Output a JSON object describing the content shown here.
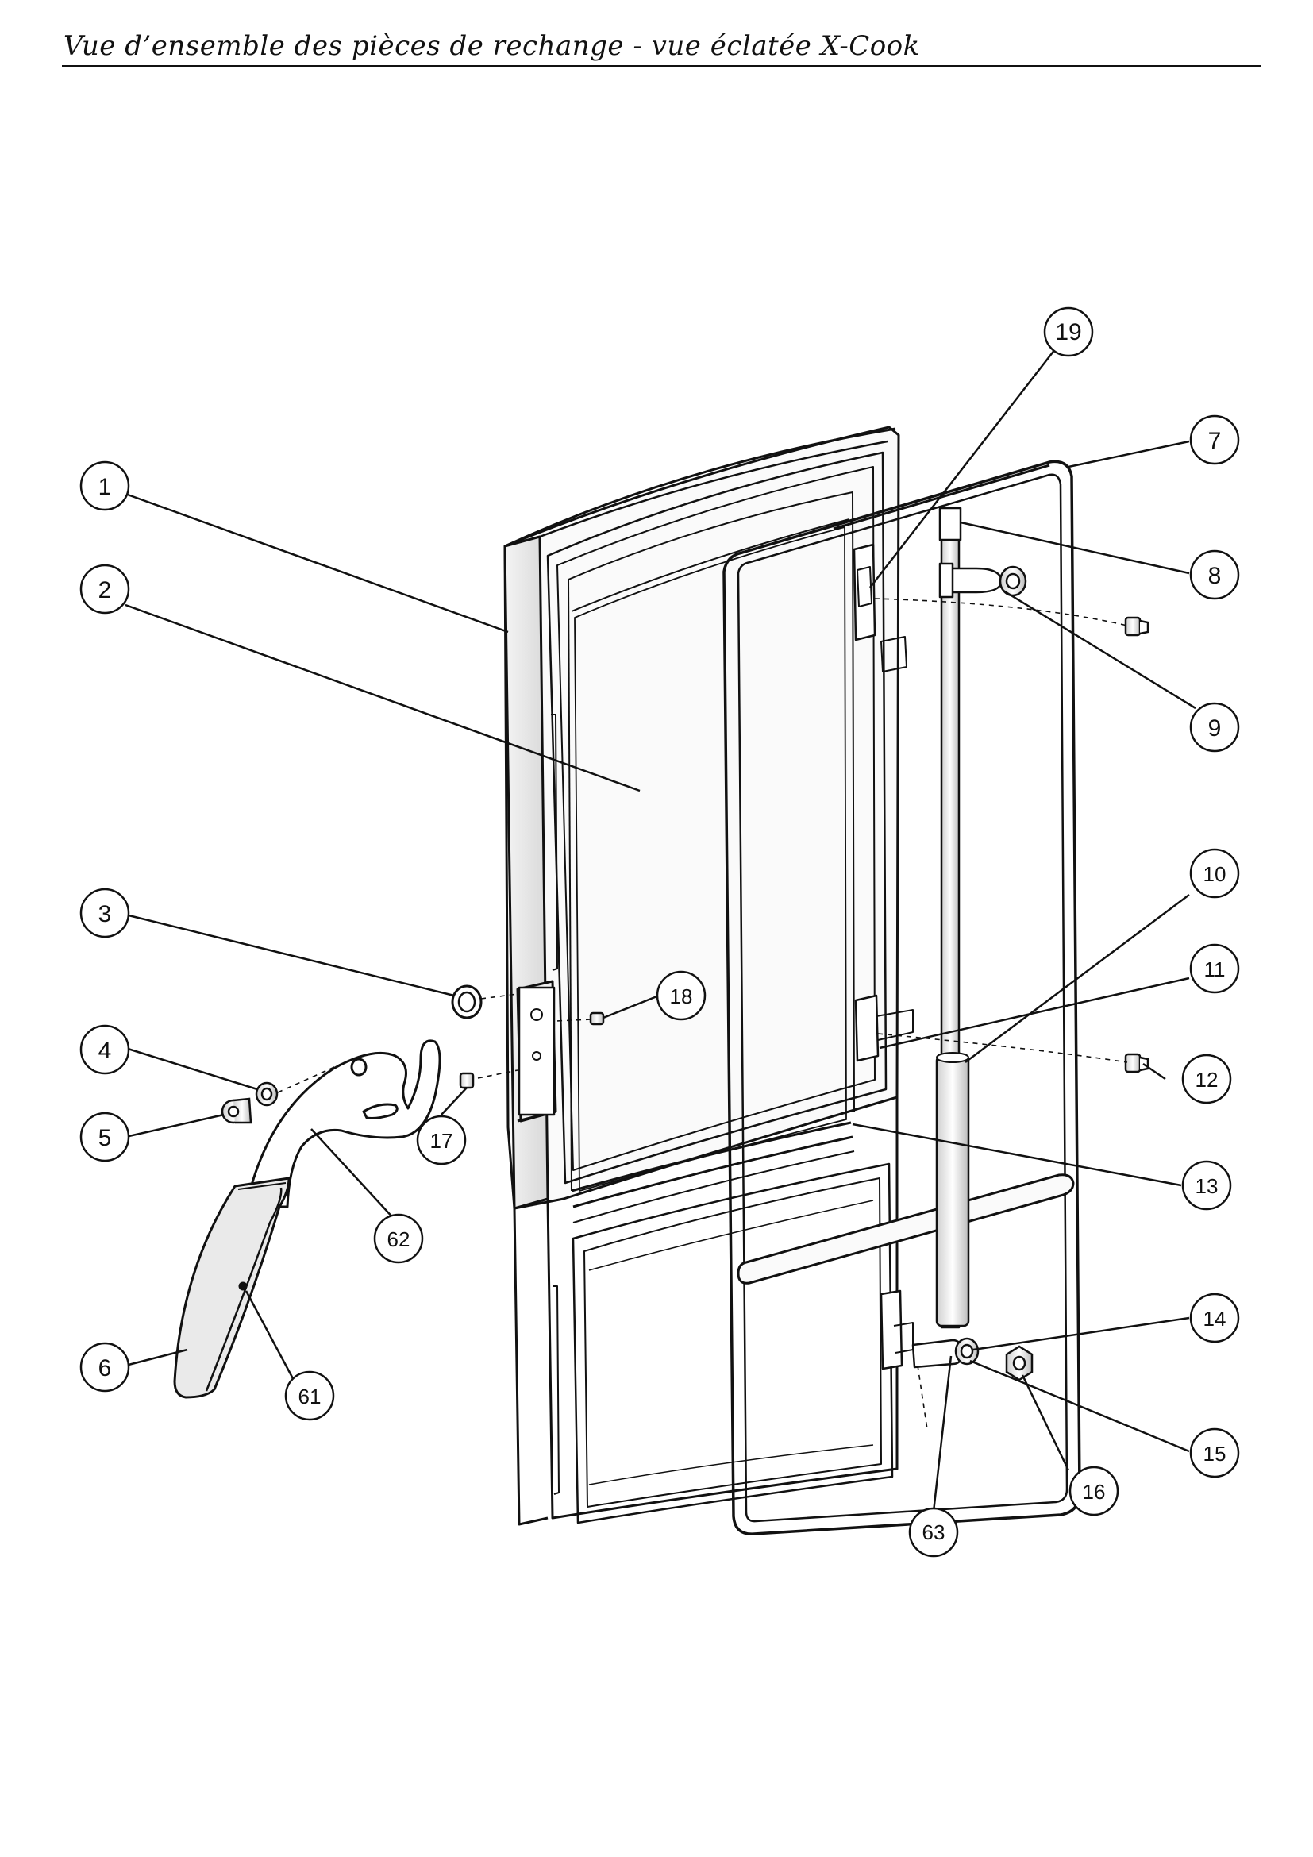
{
  "header": {
    "title": "Vue d’ensemble des pièces de rechange - vue éclatée X-Cook"
  },
  "callouts": [
    {
      "id": "19",
      "label": "19"
    },
    {
      "id": "7",
      "label": "7"
    },
    {
      "id": "1",
      "label": "1"
    },
    {
      "id": "8",
      "label": "8"
    },
    {
      "id": "2",
      "label": "2"
    },
    {
      "id": "9",
      "label": "9"
    },
    {
      "id": "10",
      "label": "10"
    },
    {
      "id": "3",
      "label": "3"
    },
    {
      "id": "18",
      "label": "18"
    },
    {
      "id": "11",
      "label": "11"
    },
    {
      "id": "4",
      "label": "4"
    },
    {
      "id": "12",
      "label": "12"
    },
    {
      "id": "5",
      "label": "5"
    },
    {
      "id": "17",
      "label": "17"
    },
    {
      "id": "13",
      "label": "13"
    },
    {
      "id": "62",
      "label": "62"
    },
    {
      "id": "14",
      "label": "14"
    },
    {
      "id": "6",
      "label": "6"
    },
    {
      "id": "61",
      "label": "61"
    },
    {
      "id": "15",
      "label": "15"
    },
    {
      "id": "16",
      "label": "16"
    },
    {
      "id": "63",
      "label": "63"
    }
  ],
  "colors": {
    "line": "#111111",
    "part_fill": "#ffffff",
    "part_shade": "#e6e6e6",
    "part_dark": "#bdbdbd"
  }
}
